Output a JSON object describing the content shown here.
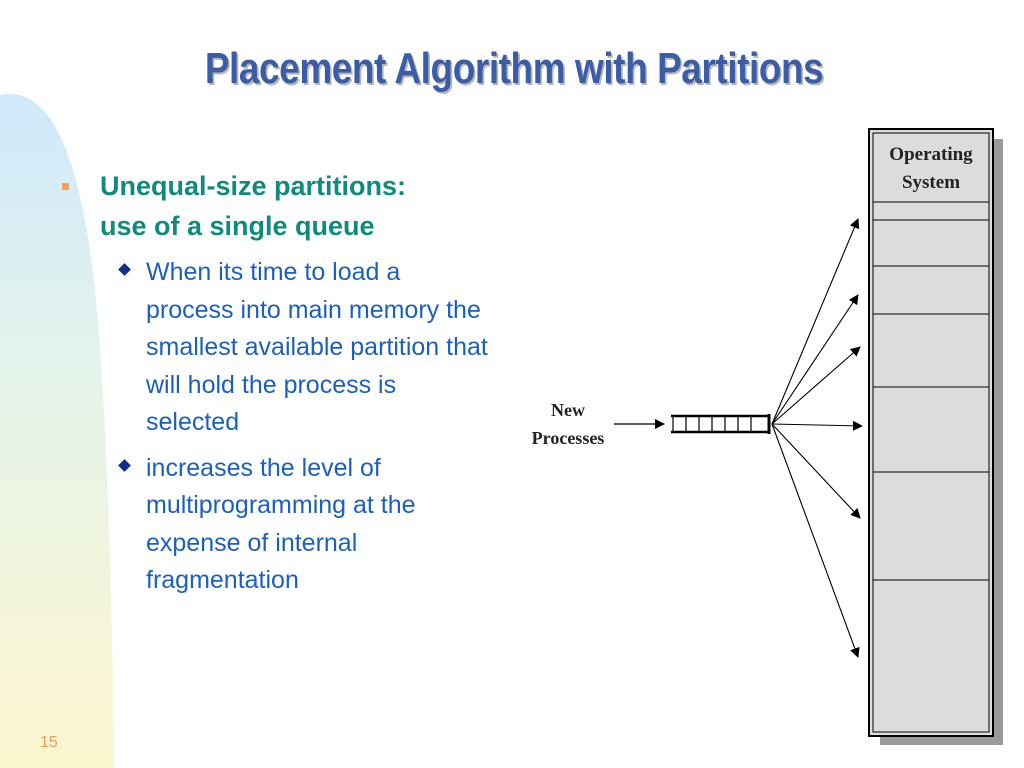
{
  "slide": {
    "title": "Placement Algorithm with Partitions",
    "number": "15"
  },
  "bullets": {
    "main": "Unequal-size partitions: use of a single queue",
    "subs": [
      "When its time to load a process into main memory the smallest available partition that will hold the process is selected",
      "increases the level of multiprogramming at the expense of internal fragmentation"
    ]
  },
  "diagram": {
    "os_label_line1": "Operating",
    "os_label_line2": "System",
    "new_label_line1": "New",
    "new_label_line2": "Processes"
  },
  "colors": {
    "title": "#3a5da6",
    "main_bullet_text": "#0e8a7e",
    "sub_bullet_text": "#1b5fbf",
    "main_marker": "#f2a25c",
    "sub_marker": "#0d2f8a",
    "slide_number": "#f09a5a"
  }
}
